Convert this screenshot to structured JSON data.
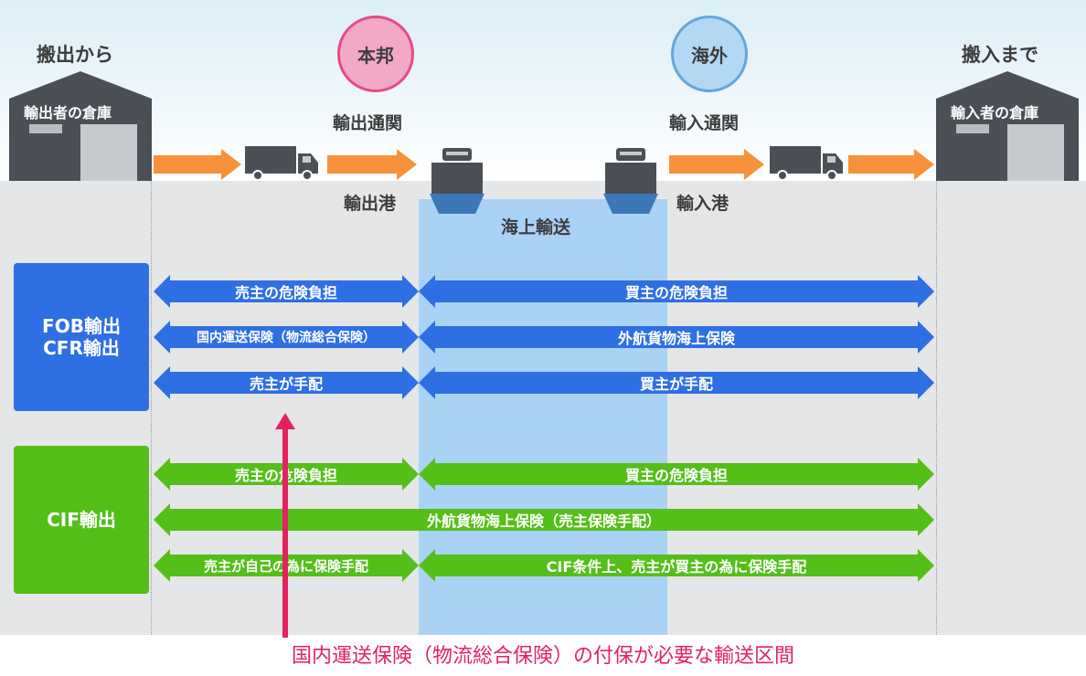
{
  "top": {
    "left_title": "搬出から",
    "right_title": "搬入まで",
    "left_warehouse": "輸出者の倉庫",
    "right_warehouse": "輸入者の倉庫",
    "domestic_circle": "本邦",
    "overseas_circle": "海外",
    "export_clearance": "輸出通関",
    "import_clearance": "輸入通関",
    "export_port": "輸出港",
    "import_port": "輸入港",
    "sea_transport": "海上輸送"
  },
  "groups": {
    "fob_cfr_label": "FOB輸出\nCFR輸出",
    "cif_label": "CIF輸出"
  },
  "fob_rows": [
    {
      "left": "売主の危険負担",
      "right": "買主の危険負担"
    },
    {
      "left": "国内運送保険（物流総合保険）",
      "right": "外航貨物海上保険"
    },
    {
      "left": "売主が手配",
      "right": "買主が手配"
    }
  ],
  "cif_rows": [
    {
      "left": "売主の危険負担",
      "right": "買主の危険負担"
    },
    {
      "full": "外航貨物海上保険（売主保険手配）"
    },
    {
      "left": "売主が自己の為に保険手配",
      "right": "CIF条件上、売主が買主の為に保険手配"
    }
  ],
  "bottom_note": "国内運送保険（物流総合保険）の付保が必要な輸送区間",
  "colors": {
    "fob_blue": "#2e6fe3",
    "cif_green": "#55bf19",
    "sea_band": "#a9d2f5",
    "note_red": "#e4225f",
    "flow_orange": "#f7923a",
    "building_gray": "#4a5056"
  },
  "icons": [
    "warehouse-icon",
    "truck-icon",
    "ship-icon",
    "orange-arrow-icon",
    "up-arrow-icon"
  ]
}
